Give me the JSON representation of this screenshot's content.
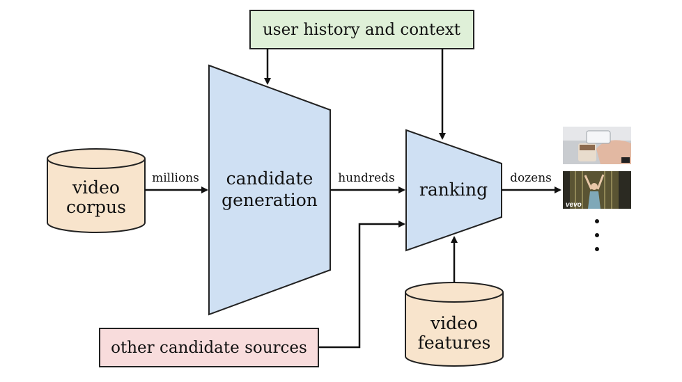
{
  "boxes": {
    "user_history": "user history and context",
    "other_sources": "other candidate sources"
  },
  "stores": {
    "video_corpus": [
      "video",
      "corpus"
    ],
    "video_features": [
      "video",
      "features"
    ]
  },
  "stages": {
    "candidate_generation": [
      "candidate",
      "generation"
    ],
    "ranking": "ranking"
  },
  "edges": {
    "millions": "millions",
    "hundreds": "hundreds",
    "dozens": "dozens"
  },
  "output": {
    "thumbnail_watermark": "vevo",
    "more": "⋮"
  },
  "colors": {
    "green_box": "#dff0d8",
    "pink_box": "#f8dcdc",
    "blue_stage": "#cfe0f3",
    "tan_store": "#f8e4cc",
    "stroke": "#222222"
  }
}
